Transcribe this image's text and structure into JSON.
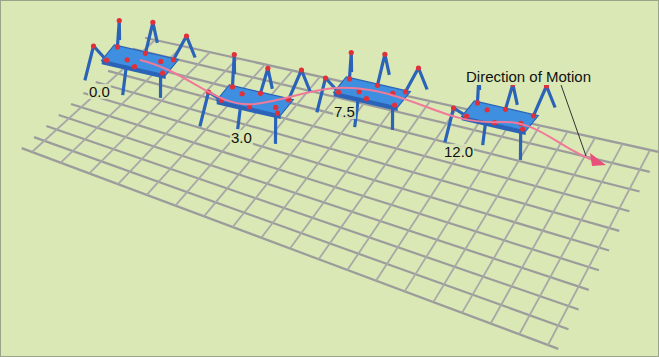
{
  "diagram": {
    "labels": [
      "0.0",
      "3.0",
      "7.5",
      "12.0",
      "Direction of Motion"
    ]
  }
}
